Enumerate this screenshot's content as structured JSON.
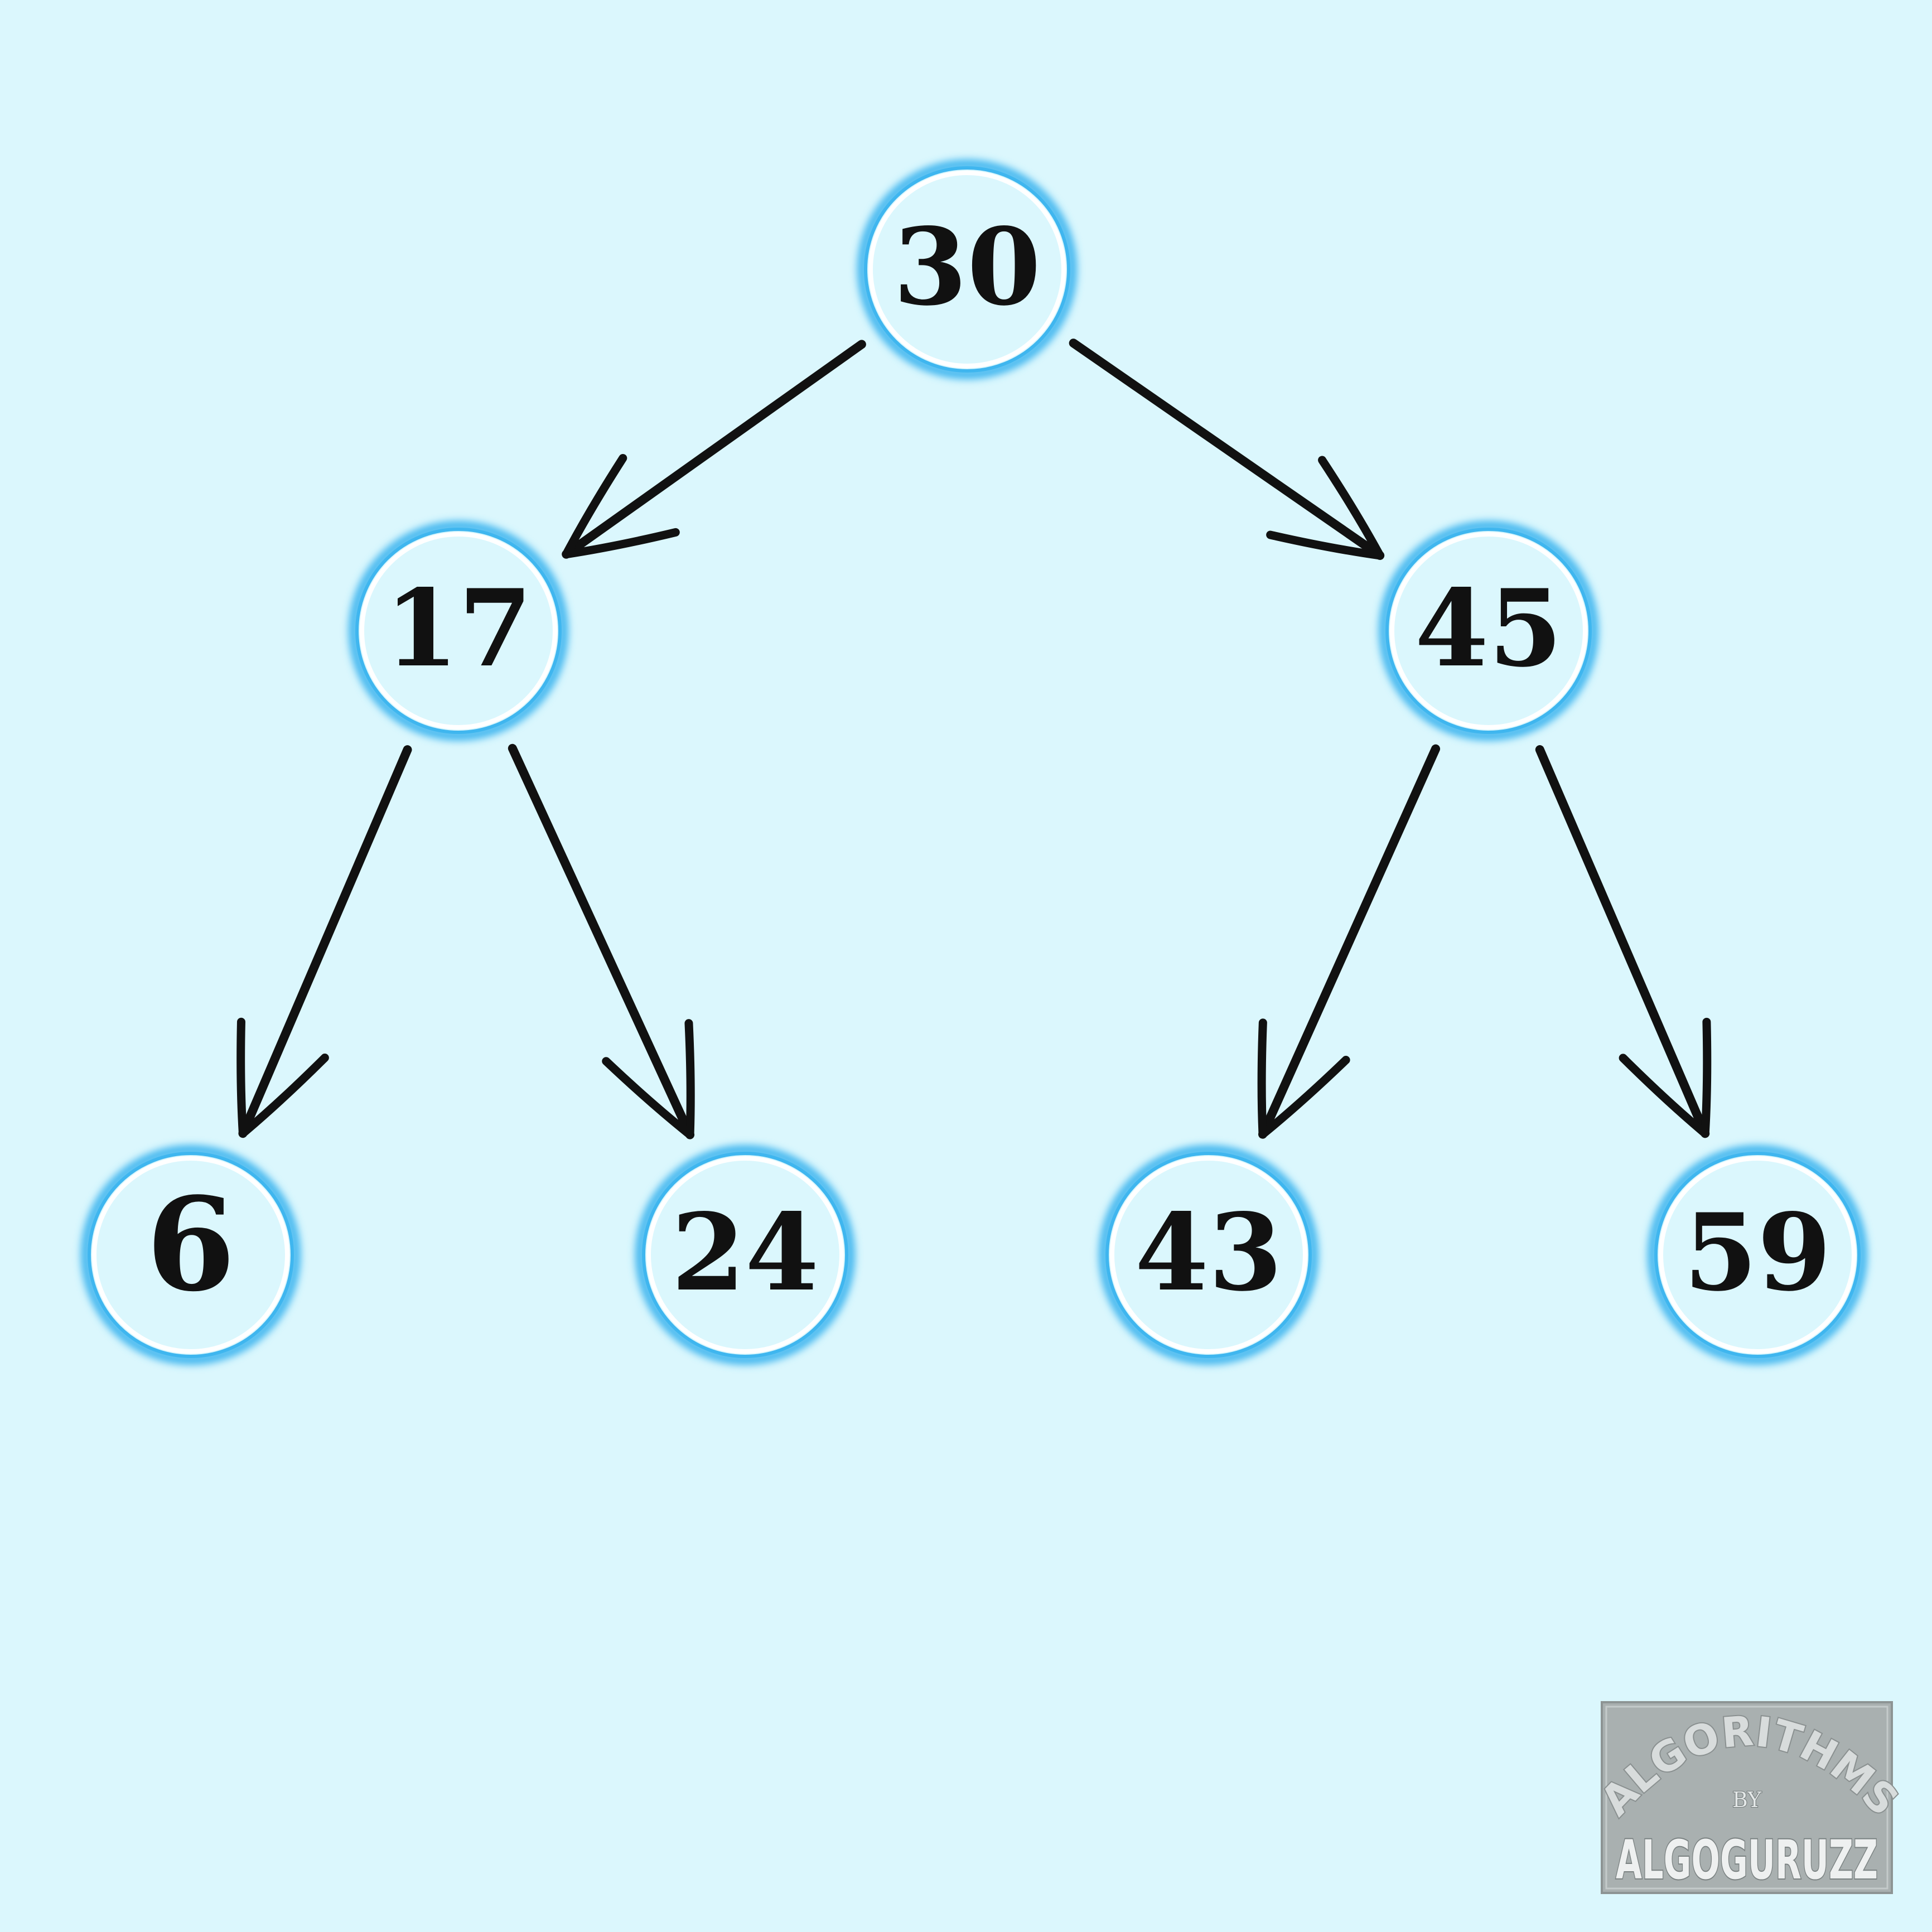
{
  "colors": {
    "background": "#dbf7fd",
    "node_fill": "#dbf7fd",
    "node_ring": "#ffffff",
    "node_glow": "#3fb6ef",
    "edge": "#111111",
    "text": "#111111",
    "watermark_bg": "#a9b0b0"
  },
  "tree": {
    "nodes": [
      {
        "id": "n30",
        "label": "30"
      },
      {
        "id": "n17",
        "label": "17"
      },
      {
        "id": "n45",
        "label": "45"
      },
      {
        "id": "n6",
        "label": "6"
      },
      {
        "id": "n24",
        "label": "24"
      },
      {
        "id": "n43",
        "label": "43"
      },
      {
        "id": "n59",
        "label": "59"
      }
    ],
    "edges": [
      {
        "from": "n30",
        "to": "n17"
      },
      {
        "from": "n30",
        "to": "n45"
      },
      {
        "from": "n17",
        "to": "n6"
      },
      {
        "from": "n17",
        "to": "n24"
      },
      {
        "from": "n45",
        "to": "n43"
      },
      {
        "from": "n45",
        "to": "n59"
      }
    ]
  },
  "watermark": {
    "line1": "ALGORITHMS",
    "line2": "BY",
    "line3": "ALGOGURUZZ"
  }
}
